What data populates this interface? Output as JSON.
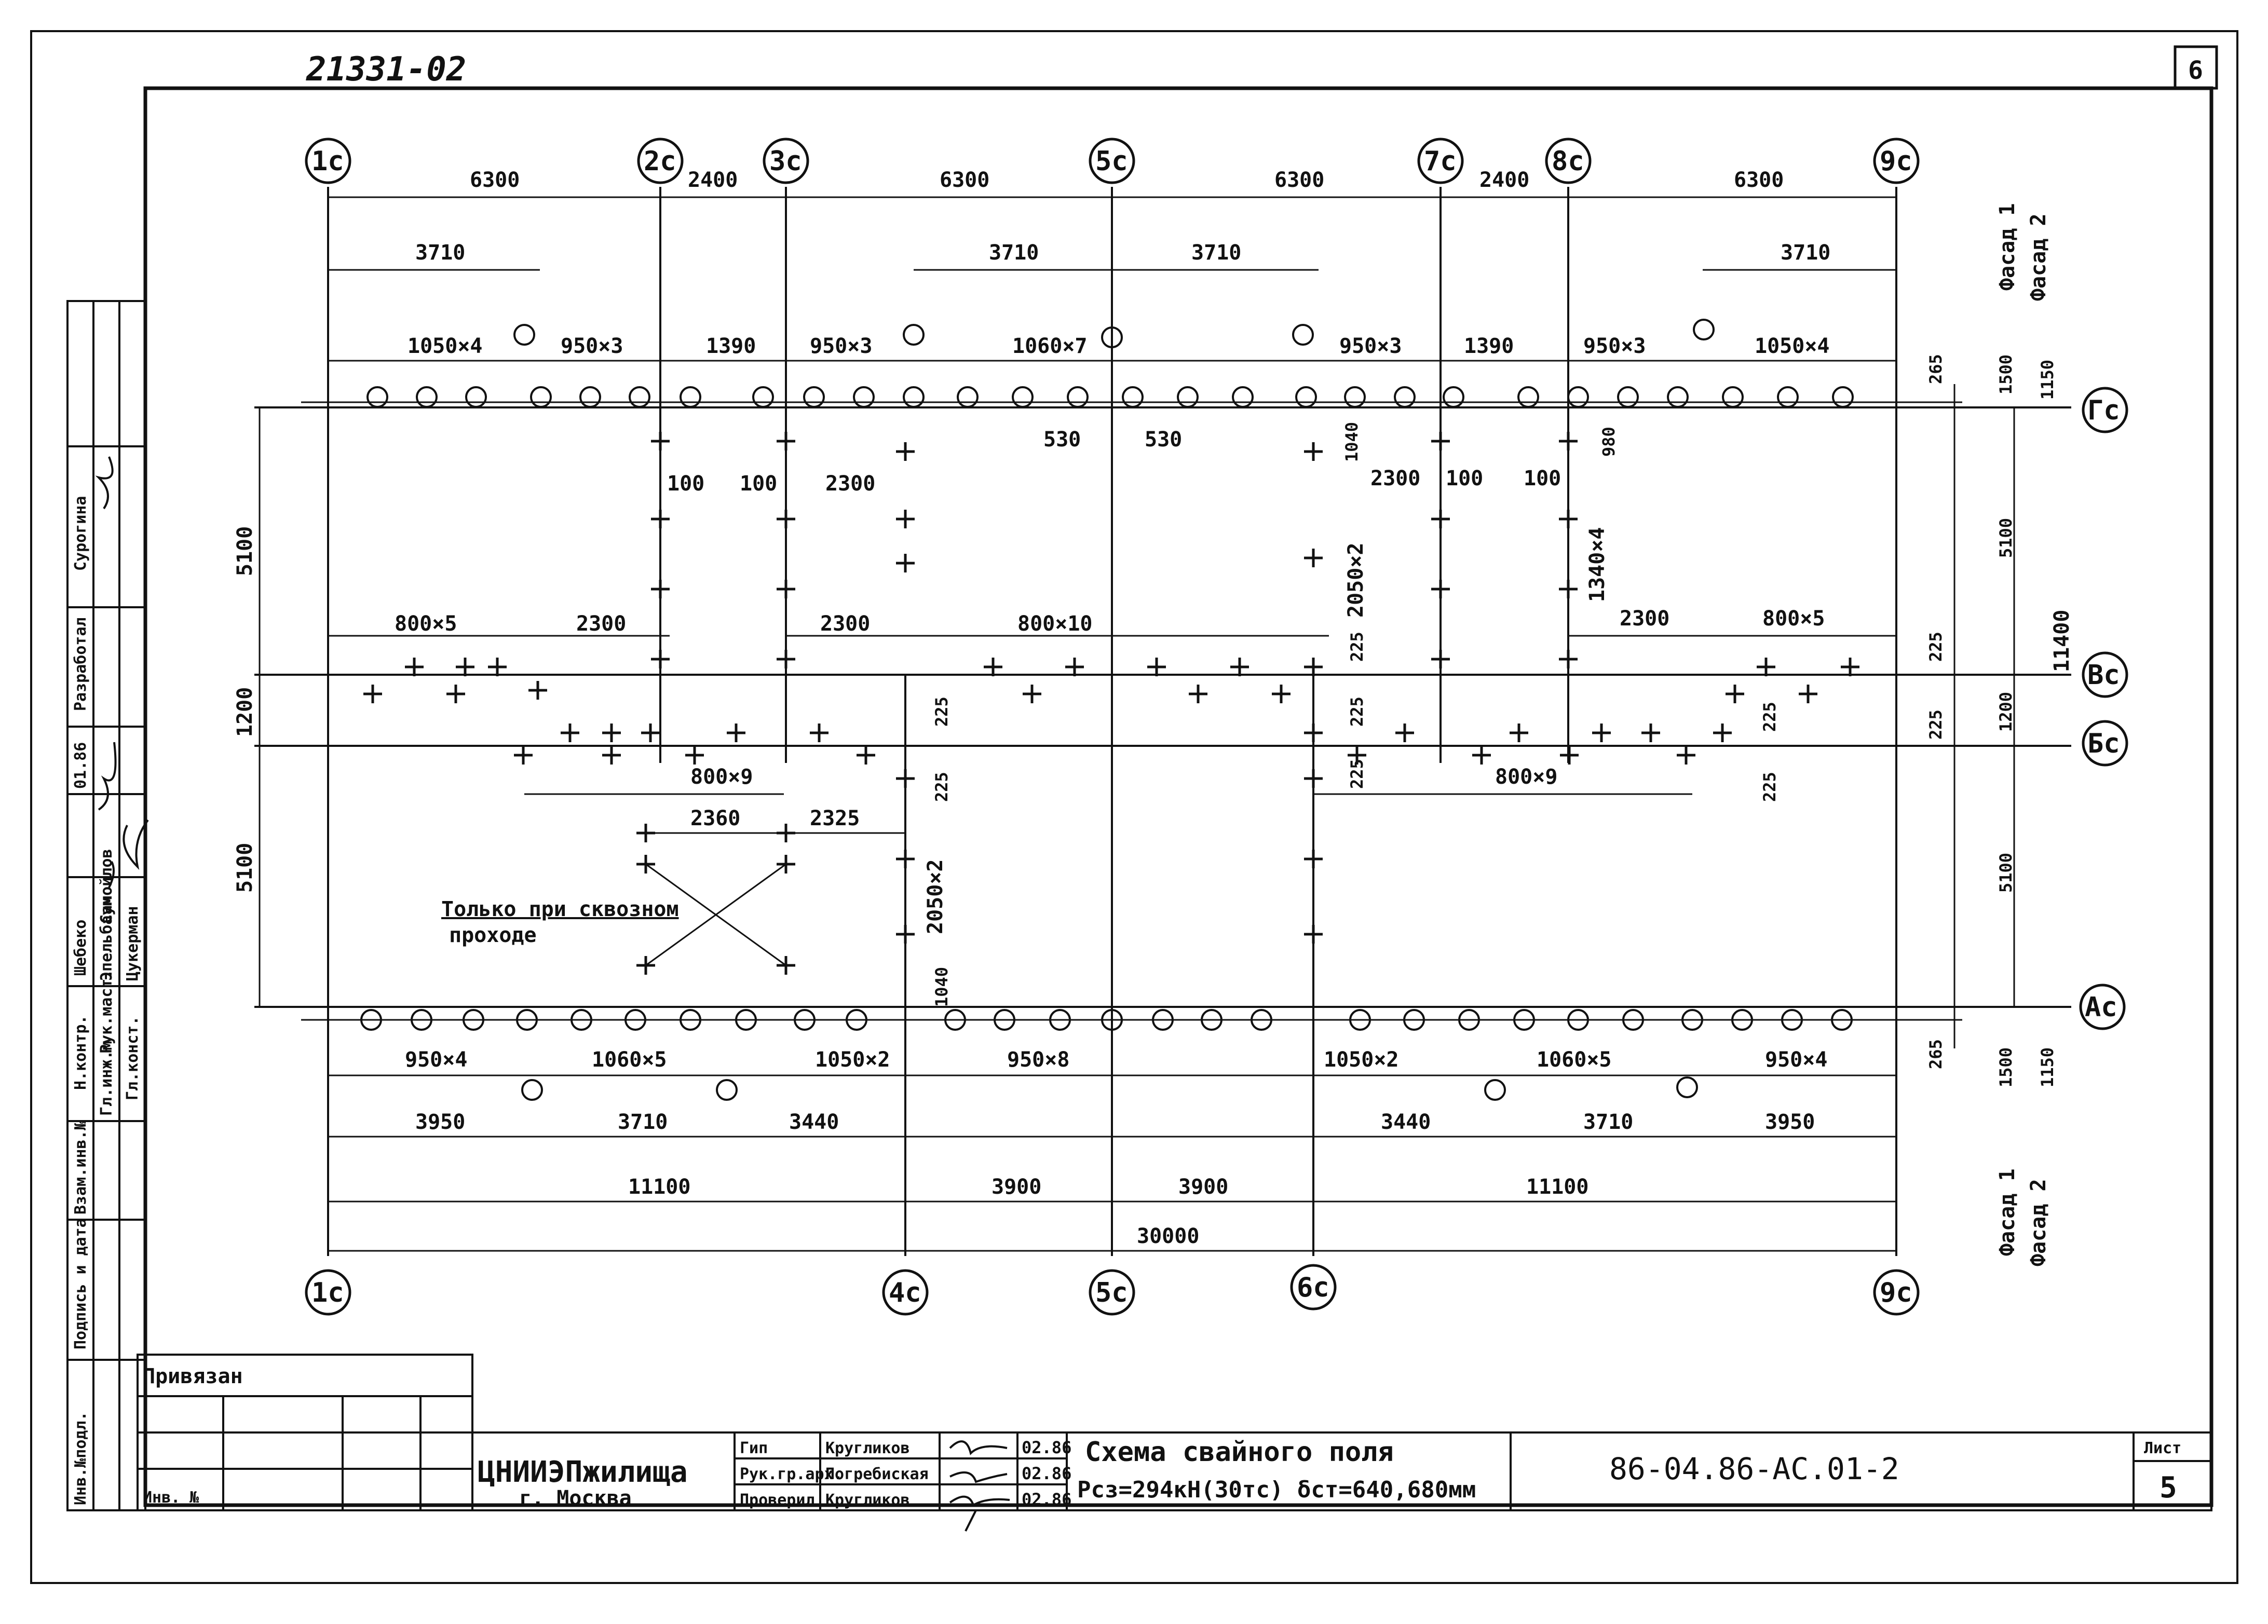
{
  "doc_code_top": "21331-02",
  "page_top": "6",
  "sheet_number": "5",
  "sheet_label": "Лист",
  "stamp": {
    "org": "ЦНИИЭПжилища",
    "city": "г. Москва",
    "title": "Схема свайного поля",
    "subtitle": "Рсз=294кН(30тс) δст=640,680мм",
    "code": "86-04.86-АС.01-2",
    "roles": [
      "Гип",
      "Рук.гр.арх.",
      "Проверил"
    ],
    "names": [
      "Кругликов",
      "Погребиская",
      "Кругликов"
    ],
    "dates": [
      "02.86",
      "02.86",
      "02.86"
    ]
  },
  "privyazan": {
    "title": "Привязан",
    "inv": "Инв. №"
  },
  "left_stamp": {
    "roles": [
      "Н.контр.",
      "Рук.маст.",
      "Гл.инж.м",
      "Гл.конст."
    ],
    "names": [
      "Шебеко",
      "Эпельбаум",
      "Самойлов",
      "Цукерман"
    ],
    "cols": [
      "Разработал",
      "Сурогина",
      "Инв.№подл.",
      "Подпись и дата",
      "Взам.инв.№"
    ],
    "date": "01.86"
  },
  "axes_top": [
    "1с",
    "2с",
    "3с",
    "5с",
    "7с",
    "8с",
    "9с"
  ],
  "axes_bottom": [
    "1с",
    "4с",
    "5с",
    "6с",
    "9с"
  ],
  "axes_right": [
    "Гс",
    "Вс",
    "Бс",
    "Ас"
  ],
  "dims_top": {
    "row1": [
      "6300",
      "2400",
      "6300",
      "6300",
      "2400",
      "6300"
    ],
    "row2": [
      "3710",
      "3710",
      "3710",
      "3710"
    ],
    "row3": [
      "1050×4",
      "950×3",
      "1390",
      "950×3",
      "1060×7",
      "950×3",
      "1390",
      "950×3",
      "1050×4"
    ]
  },
  "dims_inner": [
    "530",
    "530",
    "100",
    "100",
    "2300",
    "100",
    "100",
    "2300",
    "1040",
    "980",
    "2050×2",
    "1340×4",
    "800×5",
    "2300",
    "2300",
    "800×10",
    "2300",
    "800×5",
    "225",
    "225",
    "225",
    "225",
    "800×9",
    "800×9",
    "2360",
    "2325",
    "225",
    "2050×2",
    "1040",
    "225",
    "225"
  ],
  "dims_bottom": {
    "row1": [
      "950×4",
      "1060×5",
      "1050×2",
      "950×8",
      "1050×2",
      "1060×5",
      "950×4"
    ],
    "row2": [
      "3950",
      "3710",
      "3440",
      "3440",
      "3710",
      "3950"
    ],
    "row3": [
      "11100",
      "3900",
      "3900",
      "11100"
    ],
    "total": "30000"
  },
  "dims_left": [
    "5100",
    "1200",
    "5100"
  ],
  "dims_right": [
    "265",
    "1500",
    "1150",
    "5100",
    "11400",
    "225",
    "1200",
    "225",
    "5100",
    "265",
    "1500",
    "1150"
  ],
  "facade": [
    "Фасад 1",
    "Фасад 2"
  ],
  "note": {
    "line1": "Только при сквозном",
    "line2": "проходе"
  }
}
